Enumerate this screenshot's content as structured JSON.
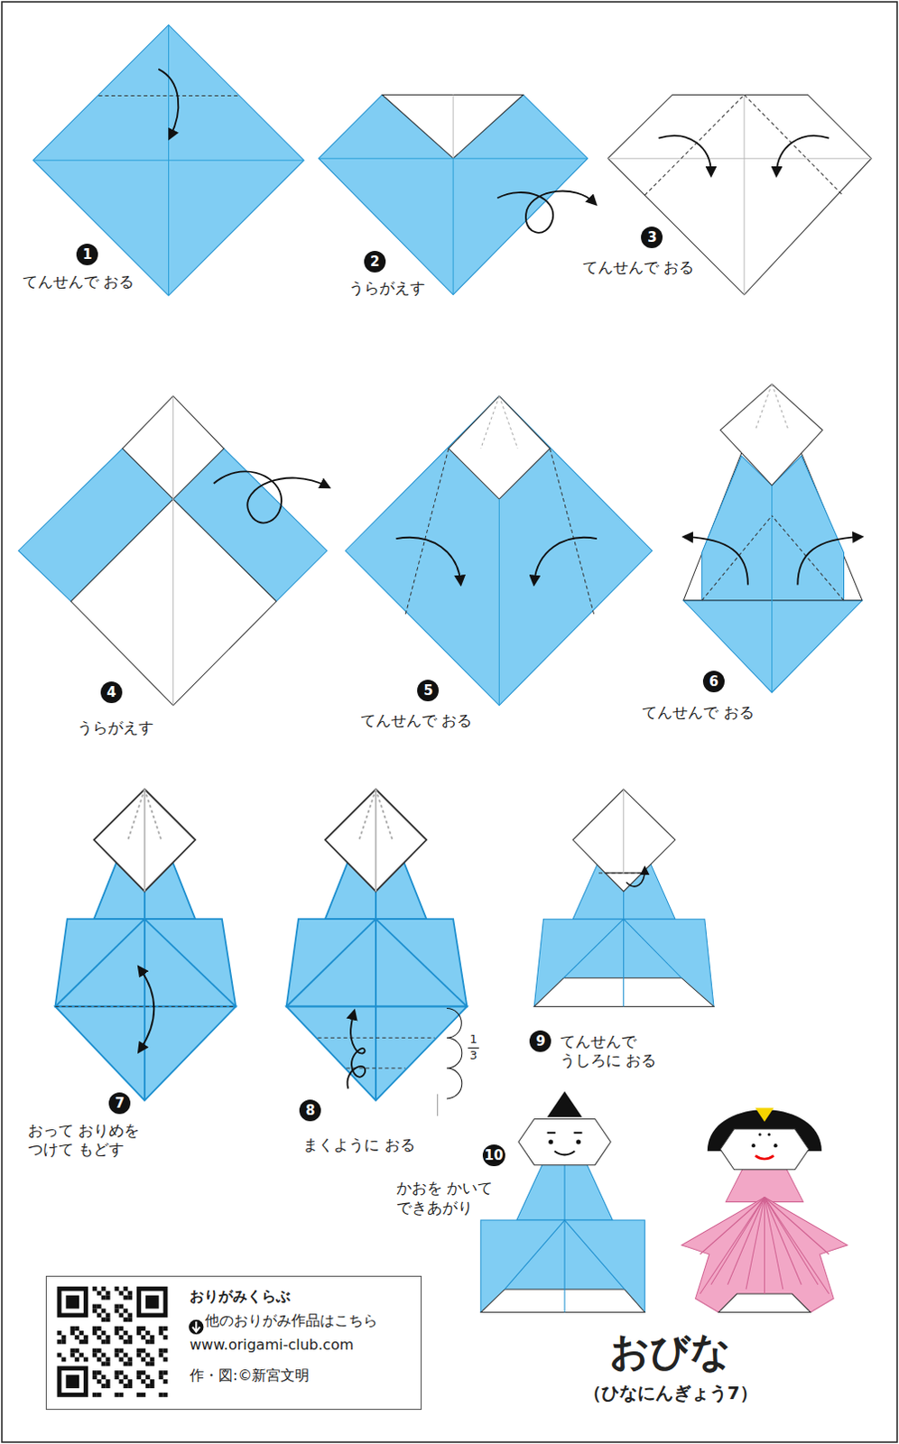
{
  "diagram": {
    "title": "おびな",
    "caption": "（ひなにんぎょう7）",
    "nodes": [
      {
        "text": [
          "おりがみくらぶ",
          "他のおりがみ作品はこちら",
          "www.origami-club.com",
          "作・図:©新宮文明"
        ]
      }
    ],
    "labels": [
      "1",
      "てんせんで おる",
      "2",
      "うらがえす",
      "3",
      "てんせんで おる",
      "4",
      "うらがえす",
      "5",
      "てんせんで おる",
      "6",
      "てんせんで おる",
      "7",
      "おって おりめを つけて もどす",
      "8",
      "まくように おる",
      "1",
      "3",
      "9",
      "てんせんで うしろに おる",
      "10",
      "かおを かいて できあがり"
    ]
  }
}
